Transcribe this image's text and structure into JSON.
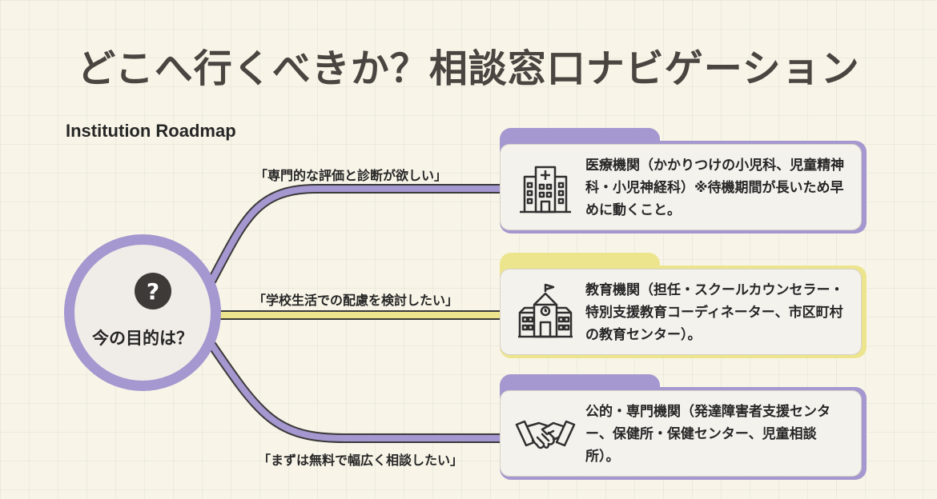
{
  "title": "どこへ行くべきか？相談窓口ナビゲーション",
  "subtitle": "Institution Roadmap",
  "center": {
    "symbol": "?",
    "label": "今の目的は？"
  },
  "branches": [
    {
      "label": "「専門的な評価と診断が欲しい」",
      "icon": "hospital-icon",
      "color": "#a597cf",
      "card_text": "医療機関（かかりつけの小児科、児童精神科・小児神経科）※待機期間が長いため早めに動くこと。"
    },
    {
      "label": "「学校生活での配慮を検討したい」",
      "icon": "school-icon",
      "color": "#ede58e",
      "card_text": "教育機関（担任・スクールカウンセラー・特別支援教育コーディネーター、市区町村の教育センター）。"
    },
    {
      "label": "「まずは無料で幅広く相談したい」",
      "icon": "handshake-icon",
      "color": "#a597cf",
      "card_text": "公的・専門機関（発達障害者支援センター、保健所・保健センター、児童相談所）。"
    }
  ]
}
